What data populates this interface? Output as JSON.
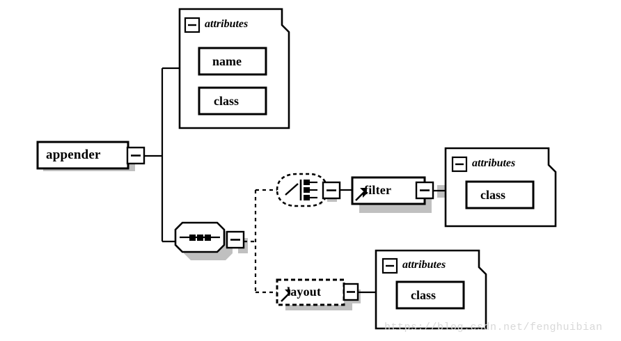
{
  "diagram": {
    "type": "xml-schema-tree",
    "title": "appender element schema",
    "colors": {
      "stroke": "#000000",
      "fill": "#ffffff",
      "shadow": "#c0c0c0",
      "background": "#ffffff",
      "watermark": "#d8d8d8"
    },
    "root_element": {
      "name": "appender",
      "label": "appender",
      "kind": "element",
      "border": "solid",
      "collapse_toggle": "minus"
    },
    "branches": [
      {
        "id": "appender-attributes",
        "kind": "attributes-group",
        "label": "attributes",
        "collapse_toggle": "minus",
        "items": [
          {
            "label": "name",
            "kind": "attribute"
          },
          {
            "label": "class",
            "kind": "attribute"
          }
        ]
      },
      {
        "id": "appender-sequence",
        "kind": "sequence",
        "label": "",
        "icon": "sequence-dots-icon",
        "border": "solid",
        "collapse_toggle": "minus",
        "children": [
          {
            "id": "choice-node",
            "kind": "choice",
            "label": "",
            "icon": "choice-branch-icon",
            "border": "dashed",
            "collapse_toggle": "minus",
            "child_element": {
              "name": "filter",
              "label": "filter",
              "kind": "element",
              "border": "solid",
              "icon": "expand-arrow-icon",
              "collapse_toggle": "minus",
              "attributes_group": {
                "label": "attributes",
                "collapse_toggle": "minus",
                "items": [
                  {
                    "label": "class",
                    "kind": "attribute"
                  }
                ]
              }
            }
          },
          {
            "id": "layout-element",
            "name": "layout",
            "label": "layout",
            "kind": "element",
            "border": "dashed",
            "optional": true,
            "icon": "expand-arrow-icon",
            "collapse_toggle": "minus",
            "attributes_group": {
              "label": "attributes",
              "collapse_toggle": "minus",
              "items": [
                {
                  "label": "class",
                  "kind": "attribute"
                }
              ]
            }
          }
        ]
      }
    ],
    "watermark": "https://blog.csdn.net/fenghuibian"
  }
}
